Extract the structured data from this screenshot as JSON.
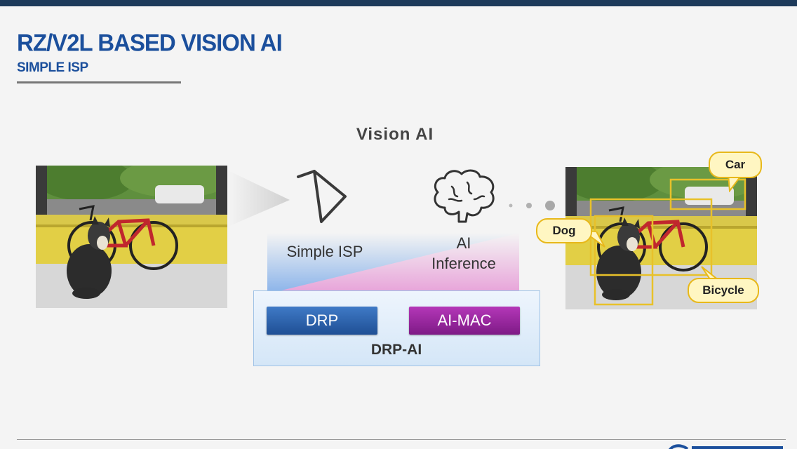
{
  "slide": {
    "title": "RZ/V2L BASED VISION AI",
    "subtitle": "SIMPLE ISP"
  },
  "diagram": {
    "header": "Vision AI",
    "stage_isp": "Simple ISP",
    "stage_ai_line1": "AI",
    "stage_ai_line2": "Inference",
    "chip_drp": "DRP",
    "chip_aimac": "AI-MAC",
    "block_label": "DRP-AI",
    "icons": [
      "prism-icon",
      "brain-icon"
    ]
  },
  "detections": {
    "labels": [
      "Car",
      "Dog",
      "Bicycle"
    ]
  },
  "colors": {
    "brand_blue": "#1b4f9c",
    "drp_blue": "#2e64b0",
    "aimac_purple": "#9a2aa0",
    "callout_fill": "#fff6c2",
    "box_yellow": "#e8c12a"
  }
}
